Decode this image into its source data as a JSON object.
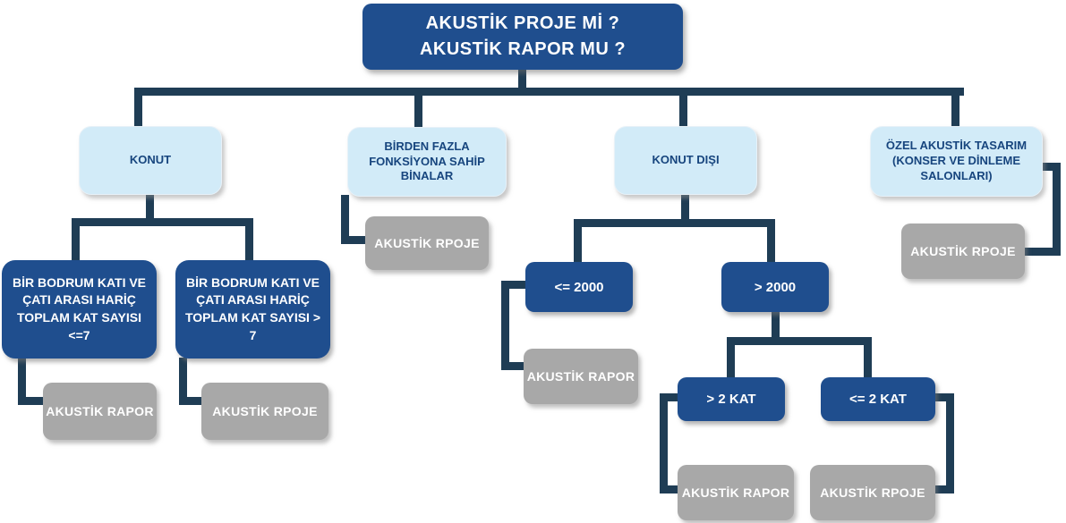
{
  "flowchart": {
    "title_line1": "AKUSTİK PROJE Mİ ?",
    "title_line2": "AKUSTİK RAPOR MU ?",
    "branches": [
      {
        "label": "KONUT",
        "children": [
          {
            "label": "BİR BODRUM KATI VE ÇATI ARASI HARİÇ TOPLAM KAT SAYISI <=7",
            "result": "AKUSTİK RAPOR"
          },
          {
            "label": "BİR BODRUM KATI VE ÇATI ARASI HARİÇ TOPLAM KAT SAYISI > 7",
            "result": "AKUSTİK RPOJE"
          }
        ]
      },
      {
        "label": "BİRDEN FAZLA FONKSİYONA SAHİP BİNALAR",
        "result": "AKUSTİK RPOJE"
      },
      {
        "label": "KONUT DIŞI",
        "children": [
          {
            "label": "<= 2000",
            "result": "AKUSTİK RAPOR"
          },
          {
            "label": "> 2000",
            "children": [
              {
                "label": "> 2 KAT",
                "result": "AKUSTİK RAPOR"
              },
              {
                "label": "<= 2 KAT",
                "result": "AKUSTİK RPOJE"
              }
            ]
          }
        ]
      },
      {
        "label": "ÖZEL AKUSTİK TASARIM (KONSER VE DİNLEME SALONLARI)",
        "result": "AKUSTİK RPOJE"
      }
    ],
    "colors": {
      "root_box": "#1F4E8E",
      "condition_box": "#1F4E8E",
      "category_box": "#D2EBF8",
      "category_text": "#17457E",
      "result_box": "#A8A8A8",
      "connector": "#1F3D55",
      "light_text": "#FFFFFF"
    }
  }
}
